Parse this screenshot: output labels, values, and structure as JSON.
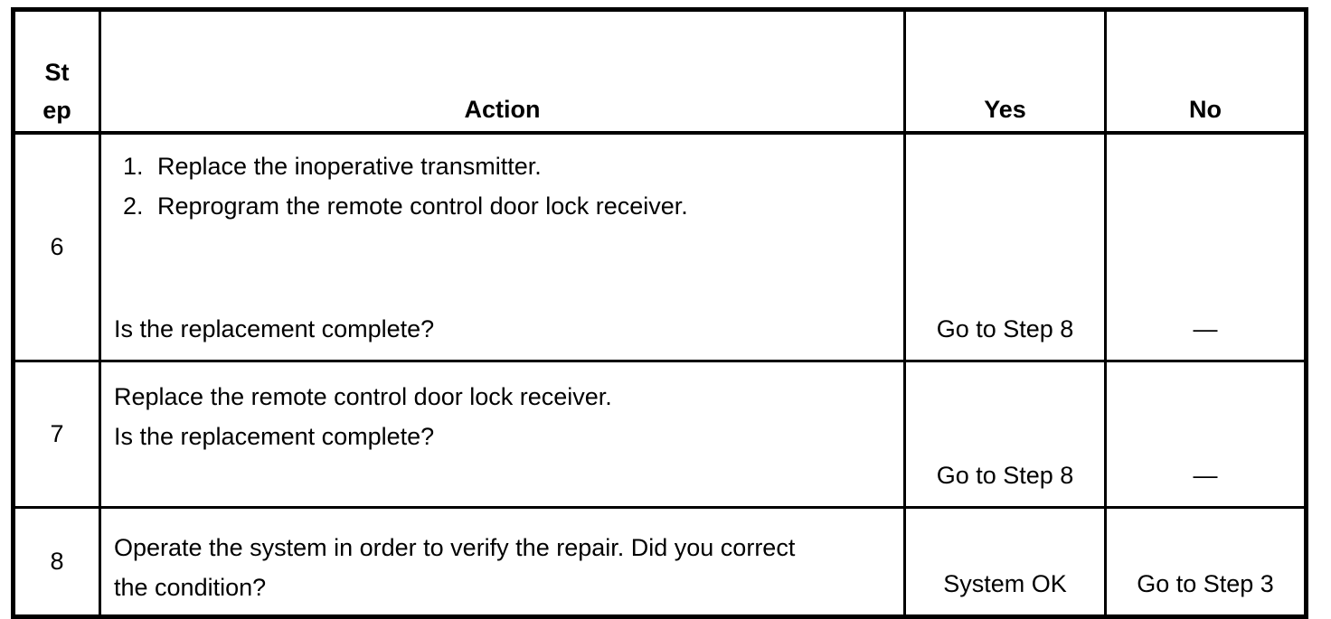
{
  "table": {
    "headers": {
      "step": {
        "label": "Step",
        "line1": "St",
        "line2": "ep"
      },
      "action": "Action",
      "yes": "Yes",
      "no": "No"
    },
    "rows": [
      {
        "step": "6",
        "action": {
          "list": [
            {
              "num": "1.",
              "text": "Replace the inoperative transmitter."
            },
            {
              "num": "2.",
              "text": "Reprogram the remote control door lock receiver."
            }
          ],
          "question": "Is the replacement complete?"
        },
        "yes": "Go to Step 8",
        "no": "—"
      },
      {
        "step": "7",
        "action": {
          "lines": [
            "Replace the remote control door lock receiver.",
            "Is the replacement complete?"
          ]
        },
        "yes": "Go to Step 8",
        "no": "—"
      },
      {
        "step": "8",
        "action": {
          "lines": [
            "Operate the system in order to verify the repair. Did you correct",
            "the condition?"
          ]
        },
        "yes": "System OK",
        "no": "Go to Step 3"
      }
    ]
  }
}
